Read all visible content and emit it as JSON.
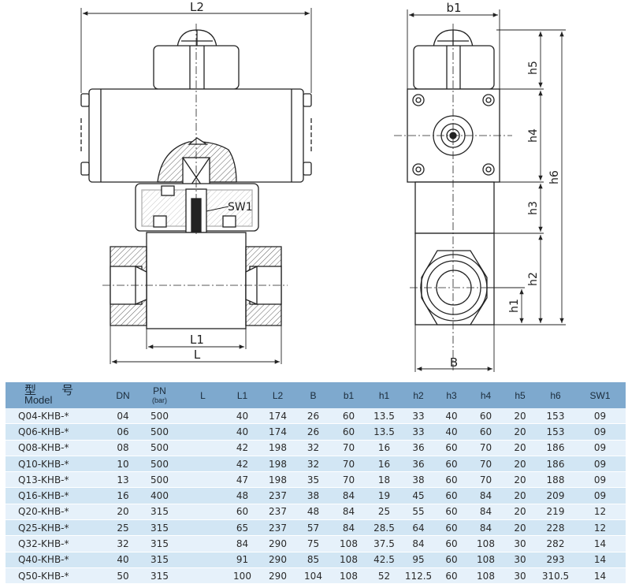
{
  "drawing": {
    "front_labels": {
      "l2": "L2",
      "sw1": "SW1",
      "l1": "L1",
      "l": "L"
    },
    "side_labels": {
      "b1": "b1",
      "h5": "h5",
      "h4": "h4",
      "h6": "h6",
      "h3": "h3",
      "h2": "h2",
      "h1": "h1",
      "b": "B"
    }
  },
  "table": {
    "header": {
      "model_cn": "型 号",
      "model_en": "Model",
      "dn": "DN",
      "pn": "PN",
      "pn_unit": "(bar)",
      "l": "L",
      "l1": "L1",
      "l2": "L2",
      "b": "B",
      "b1": "b1",
      "h1": "h1",
      "h2": "h2",
      "h3": "h3",
      "h4": "h4",
      "h5": "h5",
      "h6": "h6",
      "sw1": "SW1"
    },
    "rows": [
      [
        "Q04-KHB-*",
        "04",
        "500",
        "",
        "40",
        "174",
        "26",
        "60",
        "13.5",
        "33",
        "40",
        "60",
        "20",
        "153",
        "09"
      ],
      [
        "Q06-KHB-*",
        "06",
        "500",
        "",
        "40",
        "174",
        "26",
        "60",
        "13.5",
        "33",
        "40",
        "60",
        "20",
        "153",
        "09"
      ],
      [
        "Q08-KHB-*",
        "08",
        "500",
        "",
        "42",
        "198",
        "32",
        "70",
        "16",
        "36",
        "60",
        "70",
        "20",
        "186",
        "09"
      ],
      [
        "Q10-KHB-*",
        "10",
        "500",
        "",
        "42",
        "198",
        "32",
        "70",
        "16",
        "36",
        "60",
        "70",
        "20",
        "186",
        "09"
      ],
      [
        "Q13-KHB-*",
        "13",
        "500",
        "",
        "47",
        "198",
        "35",
        "70",
        "18",
        "38",
        "60",
        "70",
        "20",
        "188",
        "09"
      ],
      [
        "Q16-KHB-*",
        "16",
        "400",
        "",
        "48",
        "237",
        "38",
        "84",
        "19",
        "45",
        "60",
        "84",
        "20",
        "209",
        "09"
      ],
      [
        "Q20-KHB-*",
        "20",
        "315",
        "",
        "60",
        "237",
        "48",
        "84",
        "25",
        "55",
        "60",
        "84",
        "20",
        "219",
        "12"
      ],
      [
        "Q25-KHB-*",
        "25",
        "315",
        "",
        "65",
        "237",
        "57",
        "84",
        "28.5",
        "64",
        "60",
        "84",
        "20",
        "228",
        "12"
      ],
      [
        "Q32-KHB-*",
        "32",
        "315",
        "",
        "84",
        "290",
        "75",
        "108",
        "37.5",
        "84",
        "60",
        "108",
        "30",
        "282",
        "14"
      ],
      [
        "Q40-KHB-*",
        "40",
        "315",
        "",
        "91",
        "290",
        "85",
        "108",
        "42.5",
        "95",
        "60",
        "108",
        "30",
        "293",
        "14"
      ],
      [
        "Q50-KHB-*",
        "50",
        "315",
        "",
        "100",
        "290",
        "104",
        "108",
        "52",
        "112.5",
        "60",
        "108",
        "30",
        "310.5",
        "14"
      ]
    ]
  }
}
